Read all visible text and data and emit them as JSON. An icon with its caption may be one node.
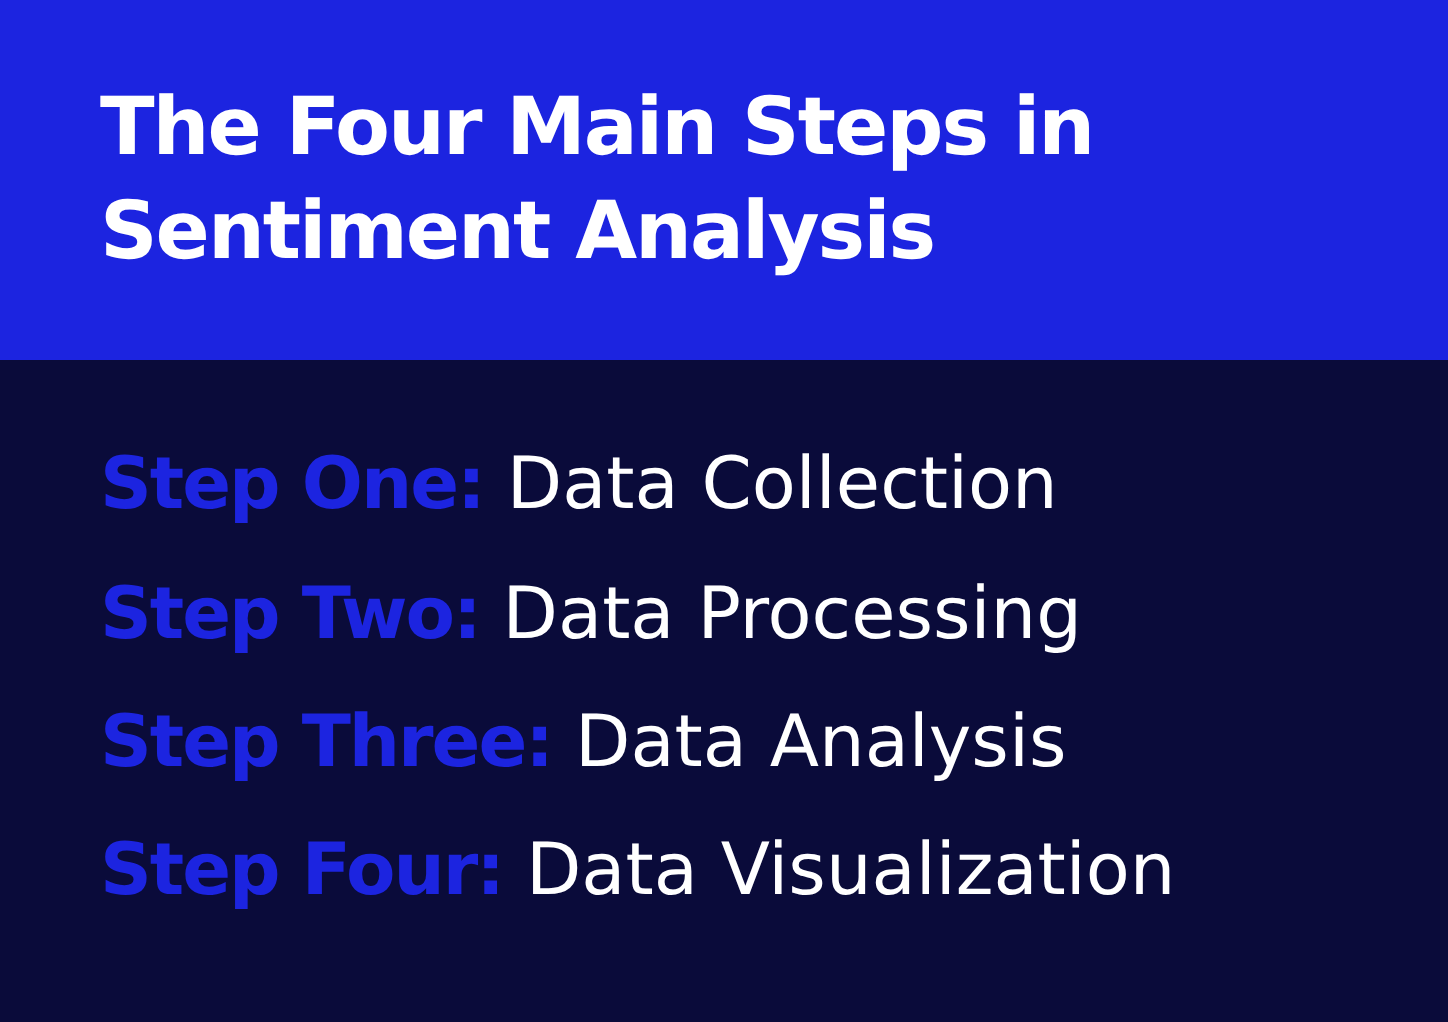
{
  "diagram": {
    "title": "The Four Main Steps in Sentiment Analysis",
    "labels": [
      "**Step One:** Data Collection",
      "**Step Two:** Data Processing",
      "**Step Three:** Data Analysis",
      "**Step Four:** Data Visualization"
    ]
  }
}
